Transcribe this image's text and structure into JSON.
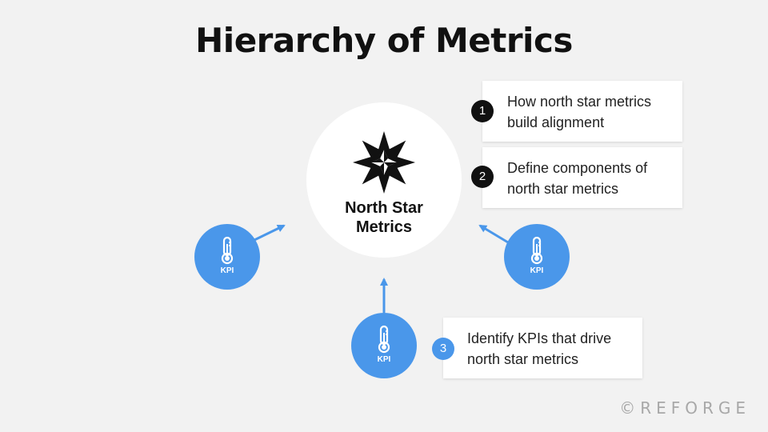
{
  "title": "Hierarchy of Metrics",
  "center": {
    "label": "North Star\nMetrics",
    "icon": "compass-star-icon"
  },
  "kpis": [
    {
      "label": "KPI",
      "icon": "thermometer-icon"
    },
    {
      "label": "KPI",
      "icon": "thermometer-icon"
    },
    {
      "label": "KPI",
      "icon": "thermometer-icon"
    }
  ],
  "steps": [
    {
      "number": "1",
      "text": "How north star metrics\nbuild alignment"
    },
    {
      "number": "2",
      "text": "Define components of\nnorth star metrics"
    },
    {
      "number": "3",
      "text": "Identify KPIs that drive\nnorth star metrics"
    }
  ],
  "brand": "©REFORGE",
  "colors": {
    "background": "#f2f2f2",
    "kpi_blue": "#4a97ea",
    "dark": "#111111",
    "card": "#ffffff"
  }
}
